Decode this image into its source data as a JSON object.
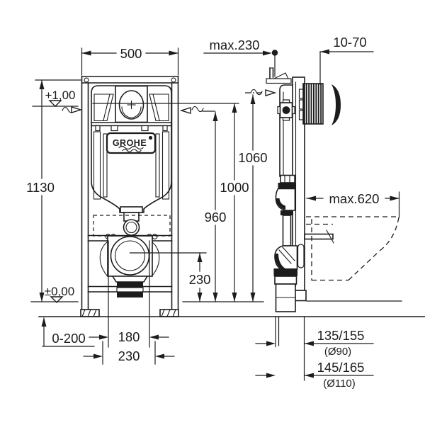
{
  "colors": {
    "line": "#1c1c1c",
    "background": "#ffffff"
  },
  "brand": {
    "logo_text": "GROHE"
  },
  "front_view": {
    "width": "500",
    "height": "1130",
    "level_top": "+1,00",
    "level_zero": "±0,00",
    "floor_adjust": "0-200",
    "outlet_center_height": "230",
    "bolt_spacing": "180",
    "bottom_span": "230"
  },
  "heights": {
    "h_1060": "1060",
    "h_1000": "1000",
    "h_960": "960"
  },
  "side_view": {
    "depth_max": "max.230",
    "wall_range": "10-70",
    "bowl_depth_max": "max.620",
    "offset_row1": "135/155",
    "offset_row1_dia": "(Ø90)",
    "offset_row2": "145/165",
    "offset_row2_dia": "(Ø110)"
  }
}
